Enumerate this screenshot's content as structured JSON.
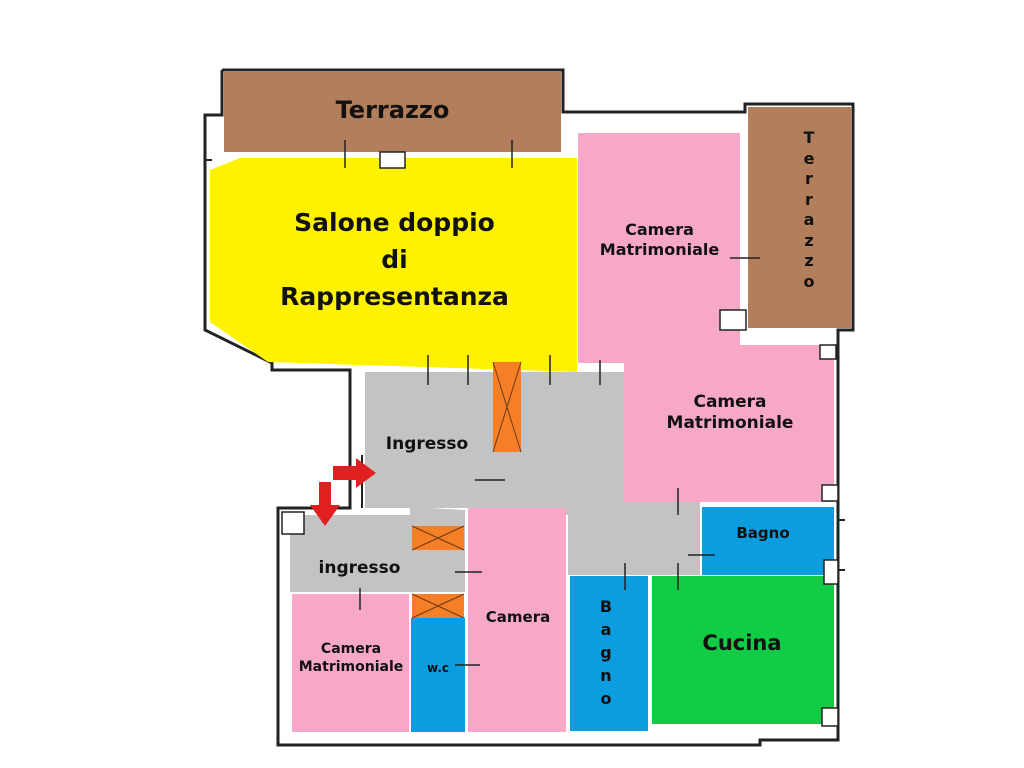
{
  "rooms": {
    "terrazzo_top": "Terrazzo",
    "terrazzo_right": "Terrazzo",
    "salone": "Salone doppio\ndi\nRappresentanza",
    "camera_matrimoniale_top": "Camera\nMatrimoniale",
    "camera_matrimoniale_mid": "Camera\nMatrimoniale",
    "ingresso_main": "Ingresso",
    "ingresso_secondary": "ingresso",
    "bagno_right": "Bagno",
    "bagno_vertical": "Bagno",
    "camera": "Camera",
    "camera_matrimoniale_bottom": "Camera\nMatrimoniale",
    "wc": "w.c",
    "cucina": "Cucina"
  },
  "colors": {
    "terrace": "#b37e5b",
    "salone": "#fff200",
    "bedroom": "#f7a8c8",
    "hall": "#c3c3c3",
    "bath": "#0c9ce0",
    "kitchen": "#11cc44",
    "duct": "#f57f26",
    "arrow": "#e02020",
    "wall": "#222222"
  }
}
